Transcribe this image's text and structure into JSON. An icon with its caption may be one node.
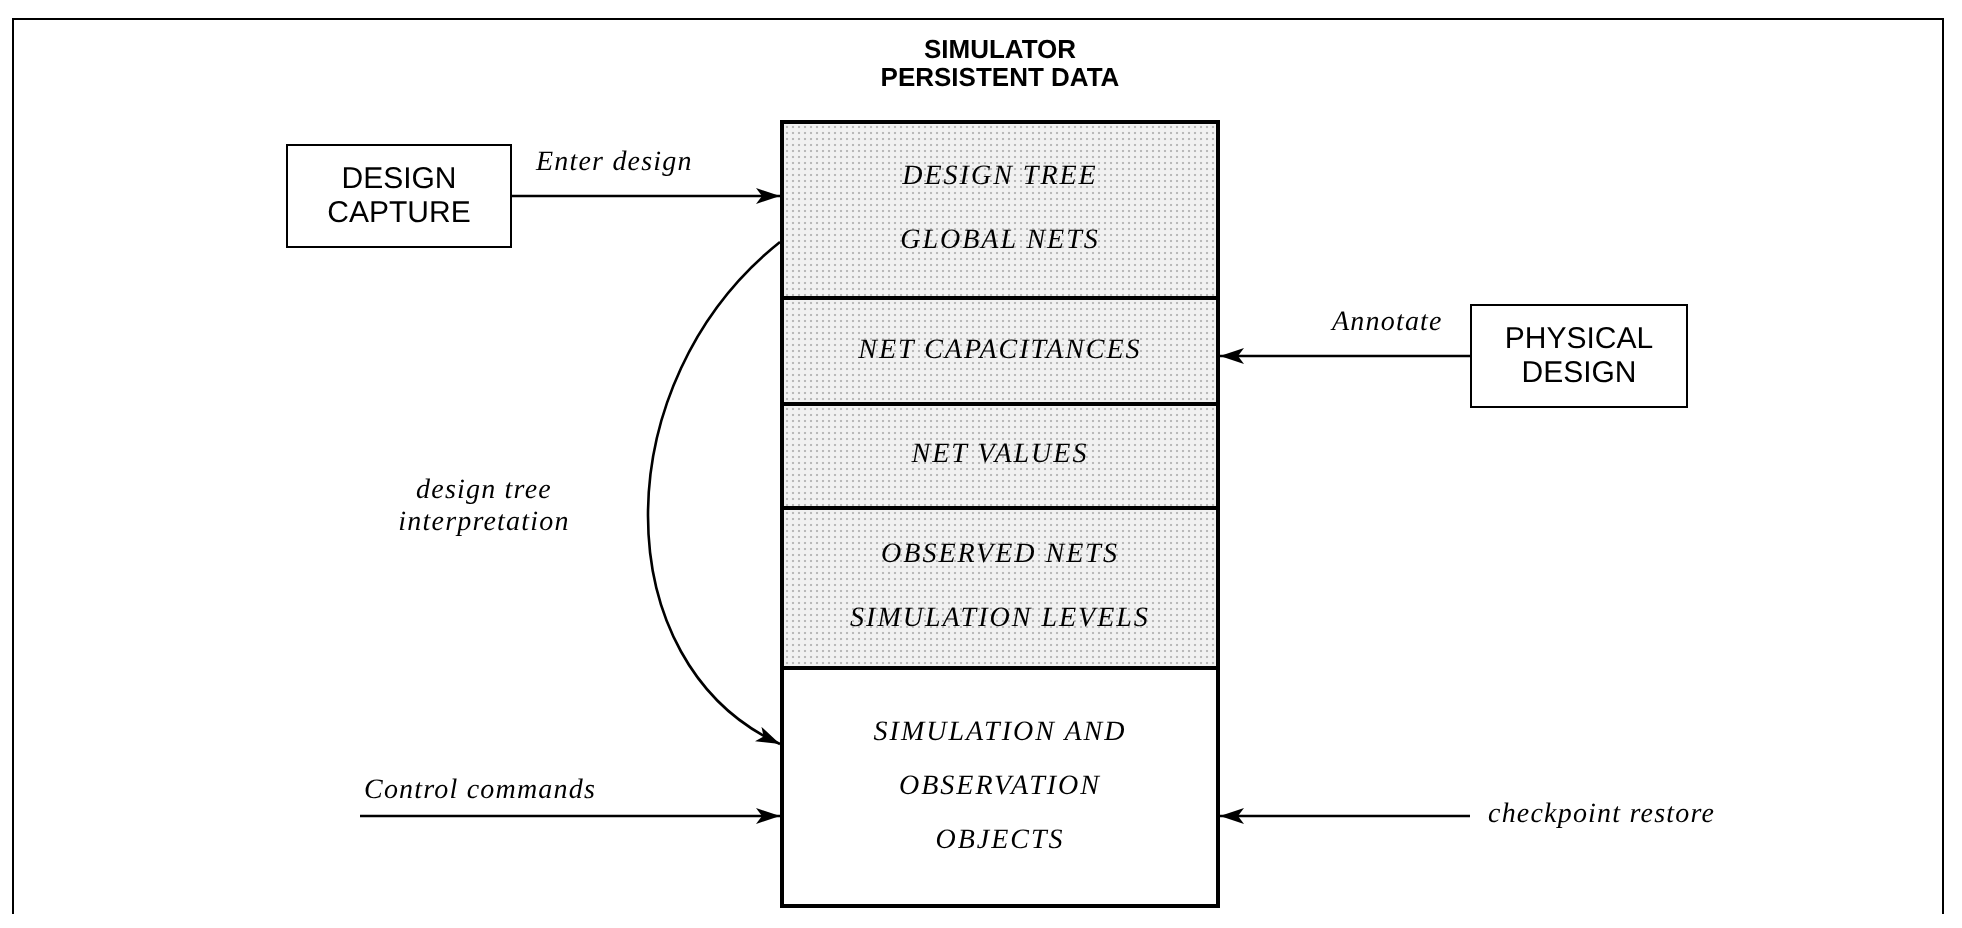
{
  "diagram": {
    "nodes": [
      {
        "text": [
          "DESIGN CAPTURE"
        ]
      },
      {
        "text": [
          "SIMULATOR PERSISTENT DATA"
        ]
      },
      {
        "text": [
          "DESIGN TREE",
          "GLOBAL NETS"
        ],
        "in": 1
      },
      {
        "text": [
          "NET CAPACITANCES"
        ],
        "in": 1
      },
      {
        "text": [
          "NET VALUES"
        ],
        "in": 1
      },
      {
        "text": [
          "OBSERVED NETS",
          "SIMULATION LEVELS"
        ],
        "in": 1
      },
      {
        "text": [
          "SIMULATION AND OBSERVATION OBJECTS"
        ],
        "in": 1
      },
      {
        "text": [
          "PHYSICAL DESIGN"
        ]
      }
    ],
    "edges": [
      {
        "from": 0,
        "to": 2,
        "arrow": "to",
        "label": "Enter design"
      },
      {
        "from": 7,
        "to": 3,
        "arrow": "to",
        "label": "Annotate"
      },
      {
        "from": 2,
        "to": 6,
        "arrow": "to",
        "label": "design tree interpretation"
      },
      {
        "from": null,
        "to": 6,
        "arrow": "to",
        "label": "Control commands"
      },
      {
        "from": null,
        "to": 6,
        "arrow": "to",
        "label": "checkpoint restore"
      }
    ]
  }
}
